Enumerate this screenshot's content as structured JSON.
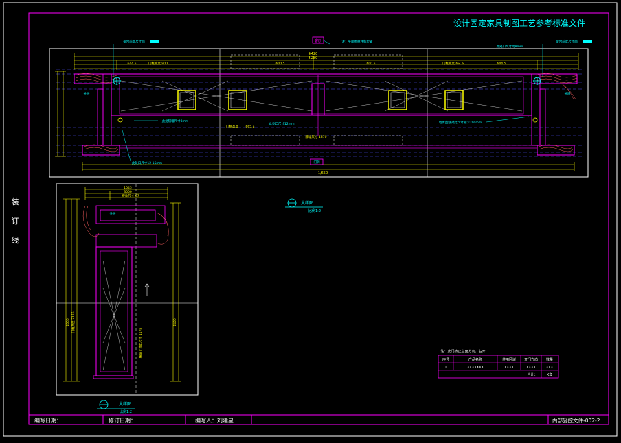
{
  "sheet": {
    "title": "设计固定家具制图工艺参考标准文件",
    "binding_label": [
      "装",
      "订",
      "线"
    ]
  },
  "plan_view": {
    "room_tag": "客厅",
    "top_note": "注：平面图规注标位置",
    "dim_total_top": "6420",
    "dim_inner_top": "5280",
    "left_note": "梁台前此尺寸面",
    "right_note": "梁台前此尺寸面",
    "right_opening_note": "此处口尺寸为8mm",
    "door_width_left": "门框宽度 900",
    "door_width_right": "门框宽度 6SL.8",
    "door_height_label": "门框高度",
    "door_height_value": "665.5",
    "opening_dim_label": "此处口尺寸12mm",
    "opening_note_bottom": "此处口尺寸12-15mm",
    "gap_note": "此处隔墙尺寸8mm",
    "wall_note": "墙体直线对此尺寸最少200mm",
    "inner_dim_bottom": "隔墙尺寸 1370",
    "dim_bottom": "1,650",
    "seal_label": "分层",
    "bottom_tag": "门洞"
  },
  "section_view": {
    "top_dim": "1045",
    "top_dim2": "3000",
    "plate_label": "柜体尺寸 67",
    "seal_label": "分层",
    "side_label": "门框高度 2176",
    "vertical_note": "横梁上对此尺寸 1178",
    "height_left": "2500",
    "height_right": "2450"
  },
  "scale_marks": [
    {
      "title": "大样图",
      "scale": "比例1:2"
    },
    {
      "title": "大样图",
      "scale": "比例1:2"
    }
  ],
  "schedule": {
    "note": "注：此门按正立面方向，右开",
    "headers": [
      "序号",
      "产品名称",
      "使用区域",
      "开门方向",
      "数量"
    ],
    "rows": [
      [
        "1",
        "XXXXXXX",
        "XXXX",
        "XXXX",
        "XXX"
      ]
    ],
    "total_label": "合计：",
    "total_value": "X套"
  },
  "footer": {
    "created_date": "编写日期：",
    "revised_date": "修订日期：",
    "author": "编写人：刘建星",
    "doc_no": "内部受控文件-002-2"
  }
}
